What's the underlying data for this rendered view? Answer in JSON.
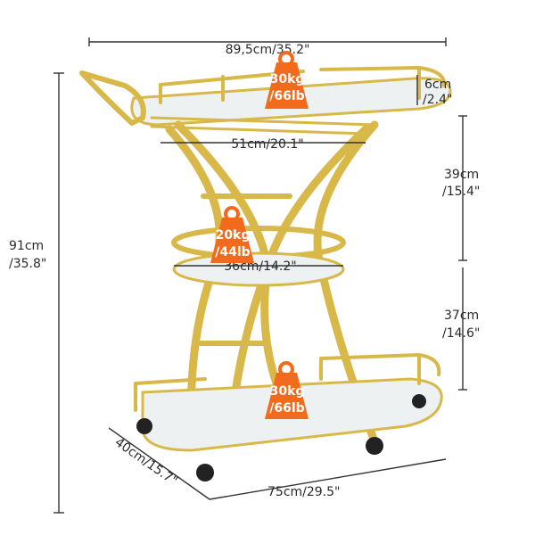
{
  "dimensions": {
    "width": "89,5cm/35.2\"",
    "handle_height": "6cm",
    "handle_height_in": "/2.4\"",
    "top_inner_width": "51cm/20.1\"",
    "top_to_middle_cm": "39cm",
    "top_to_middle_in": "/15.4\"",
    "total_height_cm": "91cm",
    "total_height_in": "/35.8\"",
    "middle_ring_width": "36cm/14.2\"",
    "middle_to_bottom_cm": "37cm",
    "middle_to_bottom_in": "/14.6\"",
    "depth": "40cm/15.7\"",
    "base_width": "75cm/29.5\""
  },
  "weight_badges": {
    "top_kg": "30kg",
    "top_lb": "/66lb",
    "middle_kg": "20kg",
    "middle_lb": "/44lb",
    "bottom_kg": "30kg",
    "bottom_lb": "/66lb"
  },
  "colors": {
    "gold": "#d9b84a",
    "badge": "#f26a1b",
    "text": "#2a2a2a"
  }
}
